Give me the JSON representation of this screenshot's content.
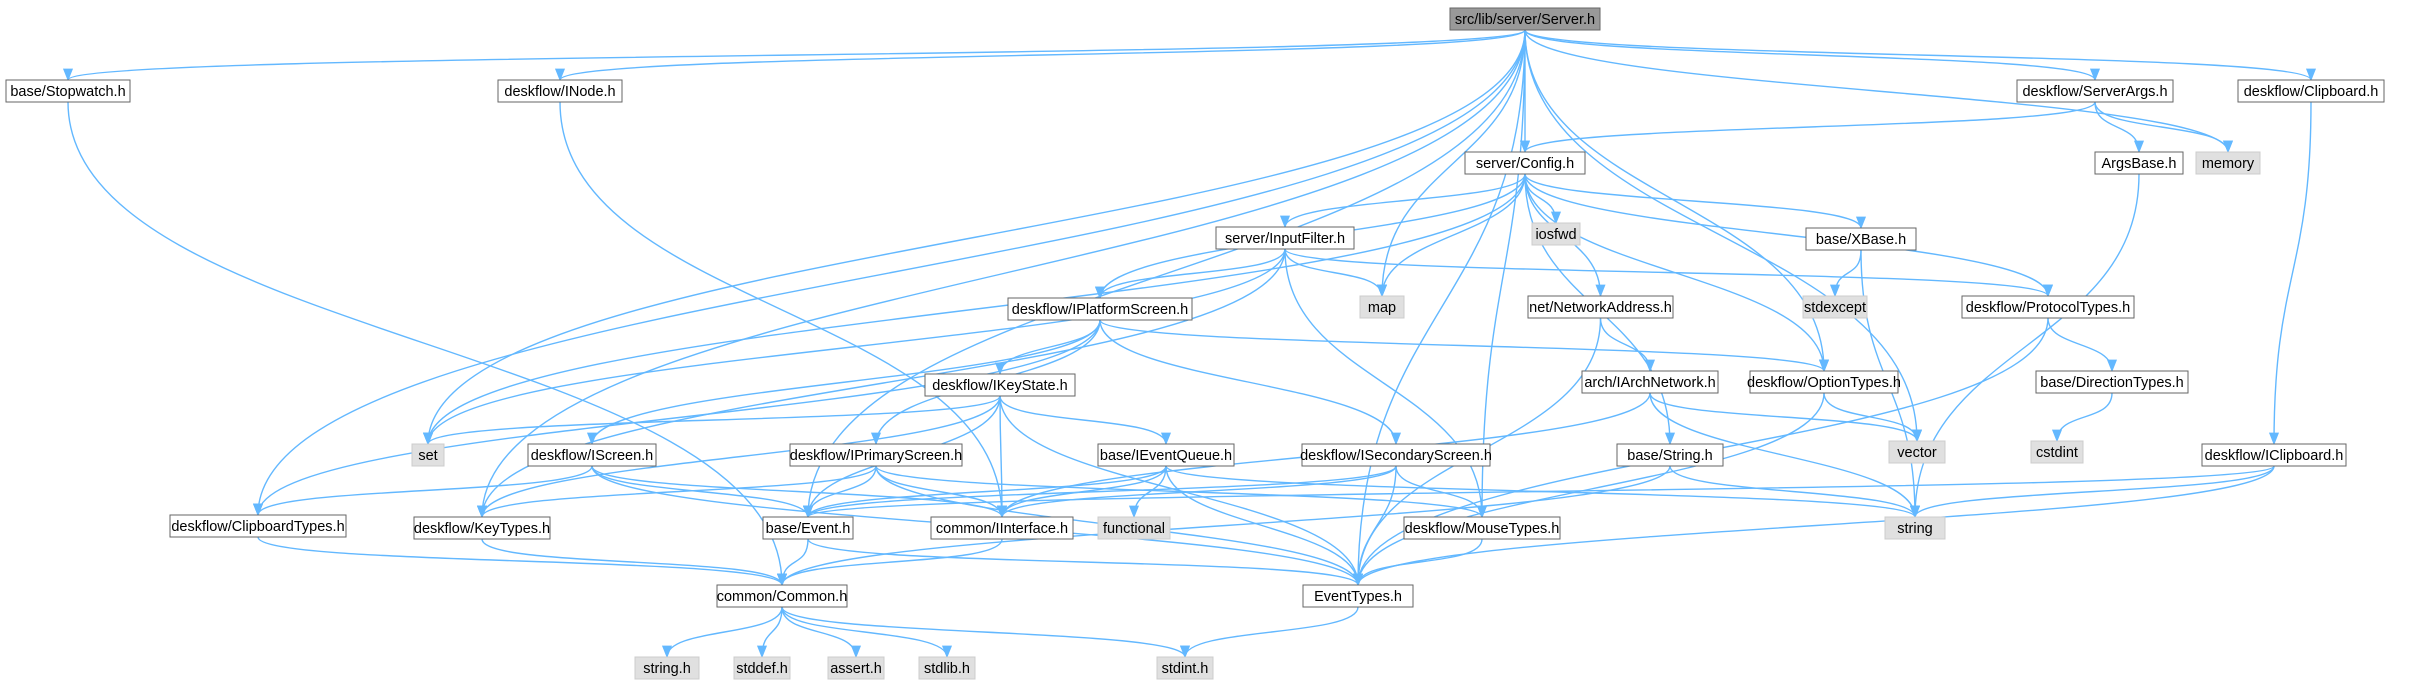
{
  "colors": {
    "edge": "#63b8ff",
    "node_border": "#666666",
    "node_fill": "#ffffff",
    "root_fill": "#999999",
    "root_border": "#666666",
    "system_fill": "#e0e0e0",
    "system_border": "#cccccc"
  },
  "nodes": [
    {
      "id": "server_h",
      "label": "src/lib/server/Server.h",
      "kind": "root"
    },
    {
      "id": "stopwatch",
      "label": "base/Stopwatch.h",
      "kind": "file"
    },
    {
      "id": "inode",
      "label": "deskflow/INode.h",
      "kind": "file"
    },
    {
      "id": "serverargs",
      "label": "deskflow/ServerArgs.h",
      "kind": "file"
    },
    {
      "id": "clipboard",
      "label": "deskflow/Clipboard.h",
      "kind": "file"
    },
    {
      "id": "config",
      "label": "server/Config.h",
      "kind": "file"
    },
    {
      "id": "argsbase",
      "label": "ArgsBase.h",
      "kind": "file"
    },
    {
      "id": "memory",
      "label": "memory",
      "kind": "system"
    },
    {
      "id": "inputfilter",
      "label": "server/InputFilter.h",
      "kind": "file"
    },
    {
      "id": "iosfwd",
      "label": "iosfwd",
      "kind": "system"
    },
    {
      "id": "xbase",
      "label": "base/XBase.h",
      "kind": "file"
    },
    {
      "id": "map",
      "label": "map",
      "kind": "system"
    },
    {
      "id": "stdexcept",
      "label": "stdexcept",
      "kind": "system"
    },
    {
      "id": "netaddr",
      "label": "net/NetworkAddress.h",
      "kind": "file"
    },
    {
      "id": "protocoltypes",
      "label": "deskflow/ProtocolTypes.h",
      "kind": "file"
    },
    {
      "id": "iplatformscreen",
      "label": "deskflow/IPlatformScreen.h",
      "kind": "file"
    },
    {
      "id": "iarchnet",
      "label": "arch/IArchNetwork.h",
      "kind": "file"
    },
    {
      "id": "optiontypes",
      "label": "deskflow/OptionTypes.h",
      "kind": "file"
    },
    {
      "id": "directiontypes",
      "label": "base/DirectionTypes.h",
      "kind": "file"
    },
    {
      "id": "ikeystate",
      "label": "deskflow/IKeyState.h",
      "kind": "file"
    },
    {
      "id": "vector",
      "label": "vector",
      "kind": "system"
    },
    {
      "id": "cstdint",
      "label": "cstdint",
      "kind": "system"
    },
    {
      "id": "set",
      "label": "set",
      "kind": "system"
    },
    {
      "id": "iscreen",
      "label": "deskflow/IScreen.h",
      "kind": "file"
    },
    {
      "id": "iprimary",
      "label": "deskflow/IPrimaryScreen.h",
      "kind": "file"
    },
    {
      "id": "ieventqueue",
      "label": "base/IEventQueue.h",
      "kind": "file"
    },
    {
      "id": "isecondary",
      "label": "deskflow/ISecondaryScreen.h",
      "kind": "file"
    },
    {
      "id": "basestring",
      "label": "base/String.h",
      "kind": "file"
    },
    {
      "id": "iclipboard",
      "label": "deskflow/IClipboard.h",
      "kind": "file"
    },
    {
      "id": "clipboardtypes",
      "label": "deskflow/ClipboardTypes.h",
      "kind": "file"
    },
    {
      "id": "keytypes",
      "label": "deskflow/KeyTypes.h",
      "kind": "file"
    },
    {
      "id": "event",
      "label": "base/Event.h",
      "kind": "file"
    },
    {
      "id": "iinterface",
      "label": "common/IInterface.h",
      "kind": "file"
    },
    {
      "id": "functional",
      "label": "functional",
      "kind": "system"
    },
    {
      "id": "mousetypes",
      "label": "deskflow/MouseTypes.h",
      "kind": "file"
    },
    {
      "id": "string",
      "label": "string",
      "kind": "system"
    },
    {
      "id": "common",
      "label": "common/Common.h",
      "kind": "file"
    },
    {
      "id": "eventtypes",
      "label": "EventTypes.h",
      "kind": "file"
    },
    {
      "id": "stringh",
      "label": "string.h",
      "kind": "system"
    },
    {
      "id": "stddef",
      "label": "stddef.h",
      "kind": "system"
    },
    {
      "id": "assert",
      "label": "assert.h",
      "kind": "system"
    },
    {
      "id": "stdlib",
      "label": "stdlib.h",
      "kind": "system"
    },
    {
      "id": "stdint",
      "label": "stdint.h",
      "kind": "system"
    }
  ],
  "edges": [
    [
      "server_h",
      "stopwatch"
    ],
    [
      "server_h",
      "inode"
    ],
    [
      "server_h",
      "serverargs"
    ],
    [
      "server_h",
      "clipboard"
    ],
    [
      "server_h",
      "config"
    ],
    [
      "server_h",
      "memory"
    ],
    [
      "server_h",
      "map"
    ],
    [
      "server_h",
      "set"
    ],
    [
      "server_h",
      "clipboardtypes"
    ],
    [
      "server_h",
      "keytypes"
    ],
    [
      "server_h",
      "event"
    ],
    [
      "server_h",
      "mousetypes"
    ],
    [
      "server_h",
      "optiontypes"
    ],
    [
      "server_h",
      "vector"
    ],
    [
      "server_h",
      "eventtypes"
    ],
    [
      "stopwatch",
      "common"
    ],
    [
      "inode",
      "iinterface"
    ],
    [
      "serverargs",
      "config"
    ],
    [
      "serverargs",
      "argsbase"
    ],
    [
      "serverargs",
      "memory"
    ],
    [
      "clipboard",
      "iclipboard"
    ],
    [
      "argsbase",
      "string"
    ],
    [
      "config",
      "inputfilter"
    ],
    [
      "config",
      "iosfwd"
    ],
    [
      "config",
      "xbase"
    ],
    [
      "config",
      "map"
    ],
    [
      "config",
      "netaddr"
    ],
    [
      "config",
      "protocoltypes"
    ],
    [
      "config",
      "iplatformscreen"
    ],
    [
      "config",
      "optiontypes"
    ],
    [
      "config",
      "basestring"
    ],
    [
      "config",
      "set"
    ],
    [
      "inputfilter",
      "map"
    ],
    [
      "inputfilter",
      "protocoltypes"
    ],
    [
      "inputfilter",
      "iplatformscreen"
    ],
    [
      "inputfilter",
      "set"
    ],
    [
      "inputfilter",
      "keytypes"
    ],
    [
      "inputfilter",
      "mousetypes"
    ],
    [
      "xbase",
      "stdexcept"
    ],
    [
      "xbase",
      "string"
    ],
    [
      "netaddr",
      "iarchnet"
    ],
    [
      "netaddr",
      "eventtypes"
    ],
    [
      "protocoltypes",
      "directiontypes"
    ],
    [
      "protocoltypes",
      "eventtypes"
    ],
    [
      "directiontypes",
      "cstdint"
    ],
    [
      "iplatformscreen",
      "ikeystate"
    ],
    [
      "iplatformscreen",
      "iscreen"
    ],
    [
      "iplatformscreen",
      "iprimary"
    ],
    [
      "iplatformscreen",
      "isecondary"
    ],
    [
      "iplatformscreen",
      "optiontypes"
    ],
    [
      "iplatformscreen",
      "clipboardtypes"
    ],
    [
      "iarchnet",
      "iinterface"
    ],
    [
      "iarchnet",
      "string"
    ],
    [
      "iarchnet",
      "vector"
    ],
    [
      "optiontypes",
      "vector"
    ],
    [
      "optiontypes",
      "eventtypes"
    ],
    [
      "ikeystate",
      "ieventqueue"
    ],
    [
      "ikeystate",
      "iinterface"
    ],
    [
      "ikeystate",
      "keytypes"
    ],
    [
      "ikeystate",
      "event"
    ],
    [
      "ikeystate",
      "set"
    ],
    [
      "ikeystate",
      "eventtypes"
    ],
    [
      "iscreen",
      "clipboardtypes"
    ],
    [
      "iscreen",
      "event"
    ],
    [
      "iscreen",
      "iinterface"
    ],
    [
      "iscreen",
      "eventtypes"
    ],
    [
      "iprimary",
      "keytypes"
    ],
    [
      "iprimary",
      "event"
    ],
    [
      "iprimary",
      "iinterface"
    ],
    [
      "iprimary",
      "mousetypes"
    ],
    [
      "iprimary",
      "eventtypes"
    ],
    [
      "ieventqueue",
      "event"
    ],
    [
      "ieventqueue",
      "iinterface"
    ],
    [
      "ieventqueue",
      "functional"
    ],
    [
      "ieventqueue",
      "string"
    ],
    [
      "ieventqueue",
      "eventtypes"
    ],
    [
      "isecondary",
      "event"
    ],
    [
      "isecondary",
      "iinterface"
    ],
    [
      "isecondary",
      "mousetypes"
    ],
    [
      "isecondary",
      "eventtypes"
    ],
    [
      "basestring",
      "common"
    ],
    [
      "basestring",
      "string"
    ],
    [
      "iclipboard",
      "event"
    ],
    [
      "iclipboard",
      "string"
    ],
    [
      "iclipboard",
      "eventtypes"
    ],
    [
      "clipboardtypes",
      "common"
    ],
    [
      "keytypes",
      "common"
    ],
    [
      "event",
      "common"
    ],
    [
      "event",
      "eventtypes"
    ],
    [
      "iinterface",
      "common"
    ],
    [
      "mousetypes",
      "eventtypes"
    ],
    [
      "common",
      "stringh"
    ],
    [
      "common",
      "stddef"
    ],
    [
      "common",
      "assert"
    ],
    [
      "common",
      "stdlib"
    ],
    [
      "common",
      "stdint"
    ],
    [
      "eventtypes",
      "stdint"
    ]
  ]
}
